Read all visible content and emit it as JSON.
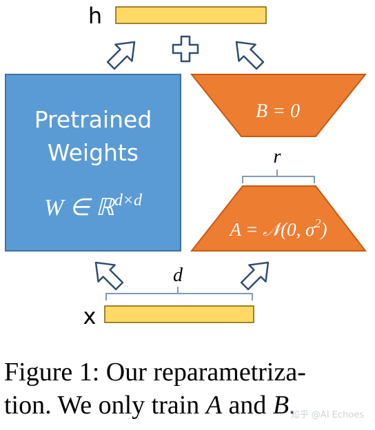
{
  "diagram": {
    "output_label": "h",
    "input_label": "x",
    "pretrained_title_line1": "Pretrained",
    "pretrained_title_line2": "Weights",
    "pretrained_formula_main": "W ∈ ℝ",
    "pretrained_formula_sup": "d×d",
    "matrix_b_label": "B = 0",
    "matrix_a_main": "A = 𝒩(0, σ",
    "matrix_a_sup": "2",
    "matrix_a_tail": ")",
    "rank_label": "r",
    "dim_label": "d",
    "plus_symbol": "+"
  },
  "caption": {
    "line1": "Figure 1: Our reparametriza-",
    "line2_prefix": "tion. We only train ",
    "var_a": "A",
    "line2_mid": " and ",
    "var_b": "B",
    "line2_suffix": "."
  },
  "watermark": "知乎 @AI Echoes",
  "colors": {
    "pretrained_fill": "#5b9bd5",
    "pretrained_stroke": "#41719c",
    "lora_fill": "#ed7d31",
    "lora_stroke": "#c55a11",
    "vector_fill": "#ffd966",
    "vector_stroke": "#7f6000",
    "arrow_stroke": "#2f4d70"
  }
}
